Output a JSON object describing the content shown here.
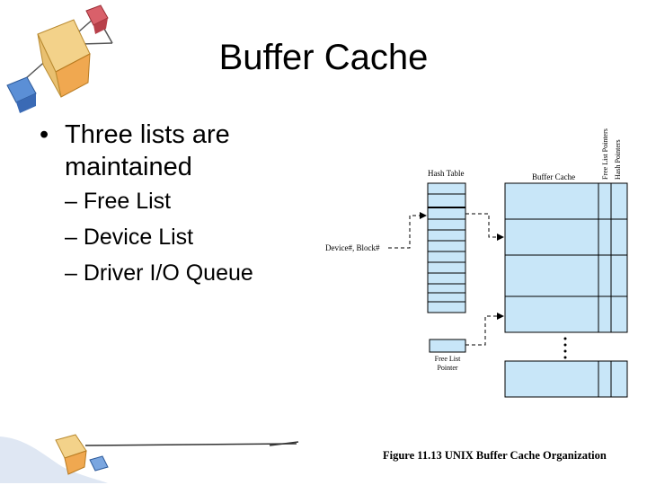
{
  "slide": {
    "title": "Buffer Cache",
    "bullet": "Three lists are maintained",
    "sub_bullets": [
      "– Free List",
      "– Device List",
      "– Driver I/O Queue"
    ]
  },
  "figure": {
    "hash_table_label": "Hash Table",
    "buffer_cache_label": "Buffer Cache",
    "free_list_pointers_label": "Free List Pointers",
    "hash_pointers_label": "Hash Pointers",
    "device_block_label": "Device#, Block#",
    "free_list_pointer_label_line1": "Free List",
    "free_list_pointer_label_line2": "Pointer",
    "caption": "Figure 11.13  UNIX Buffer Cache Organization",
    "fill_color": "#c8e6f8"
  }
}
